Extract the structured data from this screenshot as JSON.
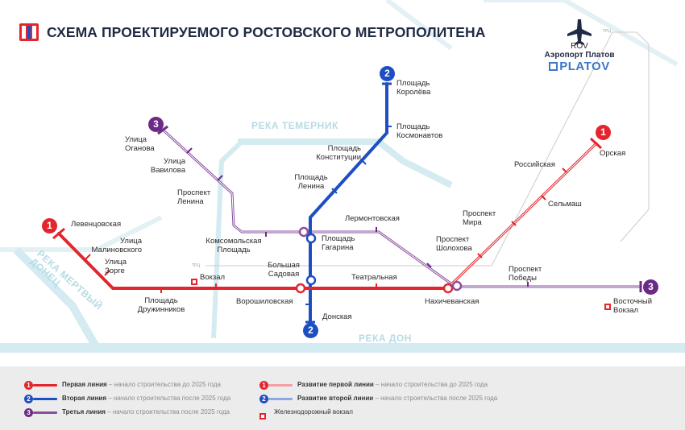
{
  "title": "СХЕМА ПРОЕКТИРУЕМОГО РОСТОВСКОГО МЕТРОПОЛИТЕНА",
  "rivers": {
    "temernik": "РЕКА ТЕМЕРНИК",
    "don": "РЕКА ДОН",
    "mertvy_donets": "РЕКА МЕРТВЫЙ\nДОНЕЦ"
  },
  "airport": {
    "code": "ROV",
    "name": "Аэропорт Платов",
    "brand": "PLATOV"
  },
  "train_labels": [
    "ТРЦ",
    "ТРЦ"
  ],
  "lines": {
    "line1": {
      "number": "1",
      "color": "#e3262e",
      "extension_color": "#f2a0a3"
    },
    "line2": {
      "number": "2",
      "color": "#1e4fc2",
      "extension_color": "#8fa8e4"
    },
    "line3": {
      "number": "3",
      "color": "#6b2a85",
      "extension_color": "#c7a8d6"
    }
  },
  "stations": {
    "levencovskaya": "Левенцовская",
    "malinovskogo": "Улица\nМалиновского",
    "zorge": "Улица\nЗорге",
    "druzhinnikov": "Площадь\nДружинников",
    "vokzal": "Вокзал",
    "voroshilovskaya": "Ворошиловская",
    "teatralnaya": "Театральная",
    "nakhichevanskaya": "Нахичеванская",
    "pobedy": "Проспект\nПобеды",
    "vostochny": "Восточный\nВокзал",
    "sholokhova": "Проспект\nШолохова",
    "mira": "Проспект\nМира",
    "rossiyskaya": "Российская",
    "selmash": "Сельмаш",
    "orskaya": "Орская",
    "korolyova": "Площадь\nКоролёва",
    "kosmonavtov": "Площадь\nКосмонавтов",
    "konstitucii": "Площадь\nКонституции",
    "lenina_sq": "Площадь\nЛенина",
    "gagarina": "Площадь\nГагарина",
    "sadovaya": "Большая\nСадовая",
    "donskaya": "Донская",
    "oganova": "Улица\nОганова",
    "vavilova": "Улица\nВавилова",
    "lenina_pr": "Проспект\nЛенина",
    "komsomolskaya": "Комсомольская\nПлощадь",
    "lermontovskaya": "Лермонтовская"
  },
  "legend": [
    {
      "number": "1",
      "name": "Первая линия",
      "desc": "– начало строительства до 2025 года"
    },
    {
      "number": "2",
      "name": "Вторая линия",
      "desc": "– начало строительства после 2025 года"
    },
    {
      "number": "3",
      "name": "Третья линия",
      "desc": "– начало строительства после 2025 года"
    },
    {
      "number": "1",
      "name": "Развитие первой линии",
      "desc": "– начало строительства до 2025 года"
    },
    {
      "number": "2",
      "name": "Развитие второй линии",
      "desc": "– начало строительства после 2025 года"
    },
    {
      "number": "",
      "name": "Железнодорожный вокзал",
      "desc": ""
    }
  ],
  "icons": {
    "logo": "rostov-metro-logo-icon",
    "plane": "airplane-icon",
    "rail": "railway-station-icon"
  }
}
